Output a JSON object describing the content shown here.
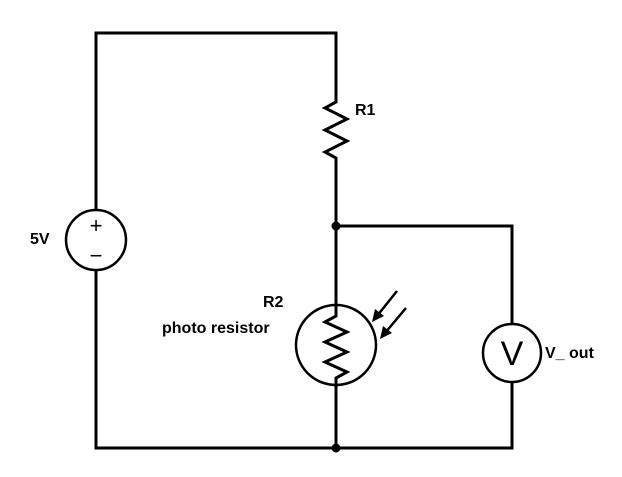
{
  "components": {
    "source": {
      "label": "5V",
      "plus": "+",
      "minus": "−"
    },
    "r1": {
      "label": "R1"
    },
    "r2": {
      "label": "R2",
      "sublabel": "photo resistor"
    },
    "voltmeter": {
      "symbol": "V",
      "label": "V_ out"
    }
  }
}
